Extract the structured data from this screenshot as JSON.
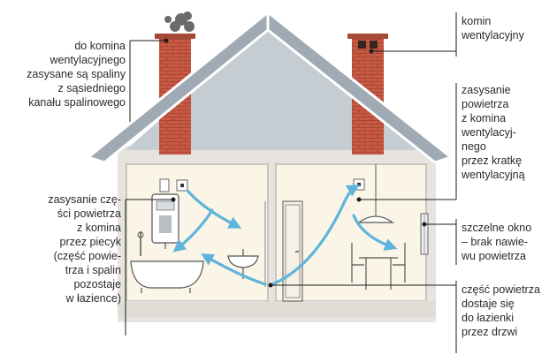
{
  "labels": {
    "chimney_exhaust": [
      "do komina",
      "wentylacyjnego",
      "zasysane są spaliny",
      "z sąsiedniego",
      "kanału spalinowego"
    ],
    "vent_chimney": [
      "komin",
      "wentylacyjny"
    ],
    "intake_vent": [
      "zasysanie",
      "powietrza",
      "z komina",
      "wentylacyj-",
      "nego",
      "przez kratkę",
      "wentylacyjną"
    ],
    "stove_intake": [
      "zasysanie czę-",
      "ści powietrza",
      "z komina",
      "przez piecyk",
      "(część powie-",
      "trza i spalin",
      "pozostaje",
      "w łazience)"
    ],
    "sealed_window": [
      "szczelne okno",
      "– brak nawie-",
      "wu powietrza"
    ],
    "door_flow": [
      "część powietrza",
      "dostaje się",
      "do łazienki",
      "przez drzwi"
    ]
  },
  "colors": {
    "roof": "#a0aab4",
    "roof_edge": "#ffffff",
    "attic": "#c5cdd3",
    "brick": "#c85a44",
    "brick_line": "#9e4030",
    "wall": "#e7e4df",
    "room": "#faf5e6",
    "arrow": "#5fb4dc",
    "smoke": "#6b6b6b",
    "leader": "#1c1c1c"
  }
}
